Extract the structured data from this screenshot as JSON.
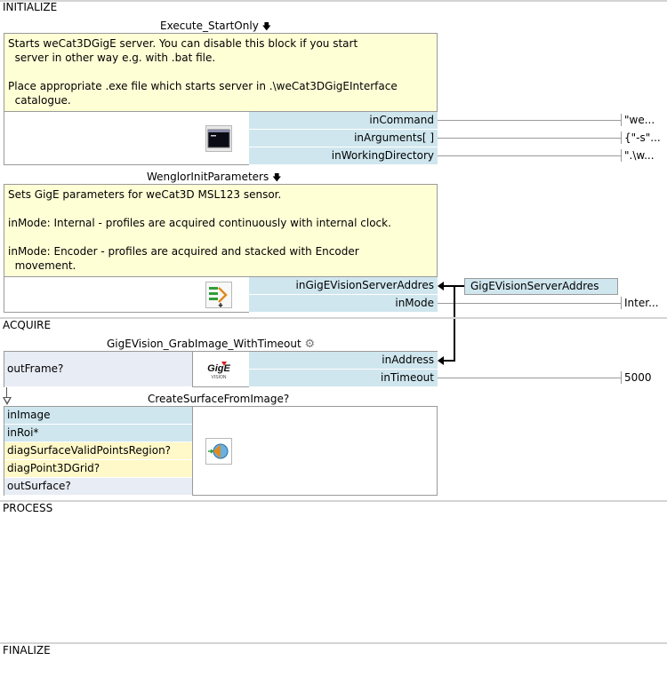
{
  "sections": {
    "initialize": "INITIALIZE",
    "acquire": "ACQUIRE",
    "process": "PROCESS",
    "finalize": "FINALIZE"
  },
  "blocks": {
    "execute": {
      "title": "Execute_StartOnly",
      "note": "Starts weCat3DGigE server. You can disable this block if you start\n  server in other way e.g. with .bat file.\n\nPlace appropriate .exe file which starts server in .\\weCat3DGigEInterface\n  catalogue.",
      "inputs": [
        "inCommand",
        "inArguments[ ]",
        "inWorkingDirectory"
      ],
      "values": [
        "\"we...",
        "{\"-s\"...",
        "\".\\w..."
      ],
      "icon": "console-icon"
    },
    "wenglor": {
      "title": "WenglorInitParameters",
      "note": "Sets GigE parameters for weCat3D MSL123 sensor.\n\ninMode: Internal - profiles are acquired continuously with internal clock.\n\ninMode: Encoder - profiles are acquired and stacked with Encoder\n  movement.",
      "inputs": [
        "inGigEVisionServerAddres",
        "inMode"
      ],
      "values": [
        "",
        "Inter..."
      ],
      "global_label": "GigEVisionServerAddres",
      "icon": "parameters-icon"
    },
    "grab": {
      "title": "GigEVision_GrabImage_WithTimeout",
      "outputs": [
        "outFrame?"
      ],
      "inputs": [
        "inAddress",
        "inTimeout"
      ],
      "values": [
        "",
        "5000"
      ],
      "icon": "gige-vision-icon",
      "icon_text": "GigE",
      "icon_subtext": "VISION"
    },
    "surface": {
      "title": "CreateSurfaceFromImage?",
      "outputs": [
        "inImage",
        "inRoi*",
        "diagSurfaceValidPointsRegion?",
        "diagPoint3DGrid?",
        "outSurface?"
      ],
      "icon": "surface-icon"
    }
  },
  "colors": {
    "note_bg": "#ffffd6",
    "port_bg": "#cfe6ee",
    "link": "#000000"
  }
}
